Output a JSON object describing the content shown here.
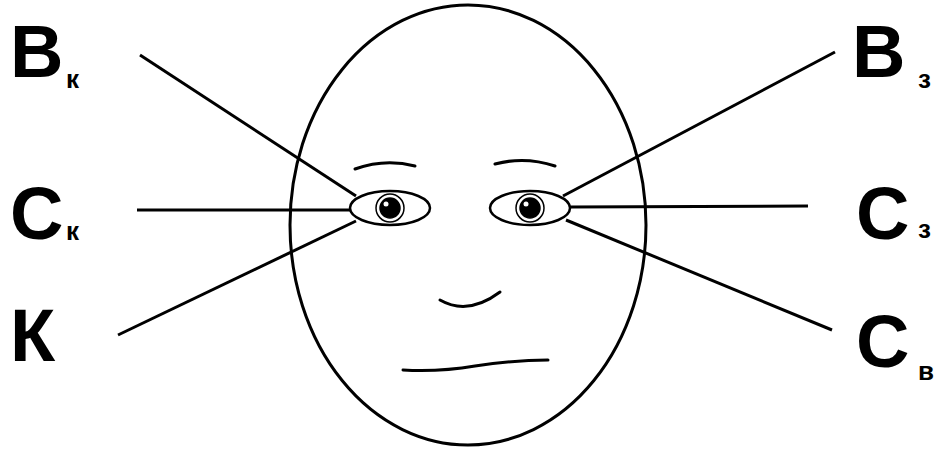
{
  "diagram": {
    "labels": [
      "В",
      "к",
      "С",
      "к",
      "К",
      "В",
      "з",
      "С",
      "з",
      "С",
      "в"
    ]
  }
}
